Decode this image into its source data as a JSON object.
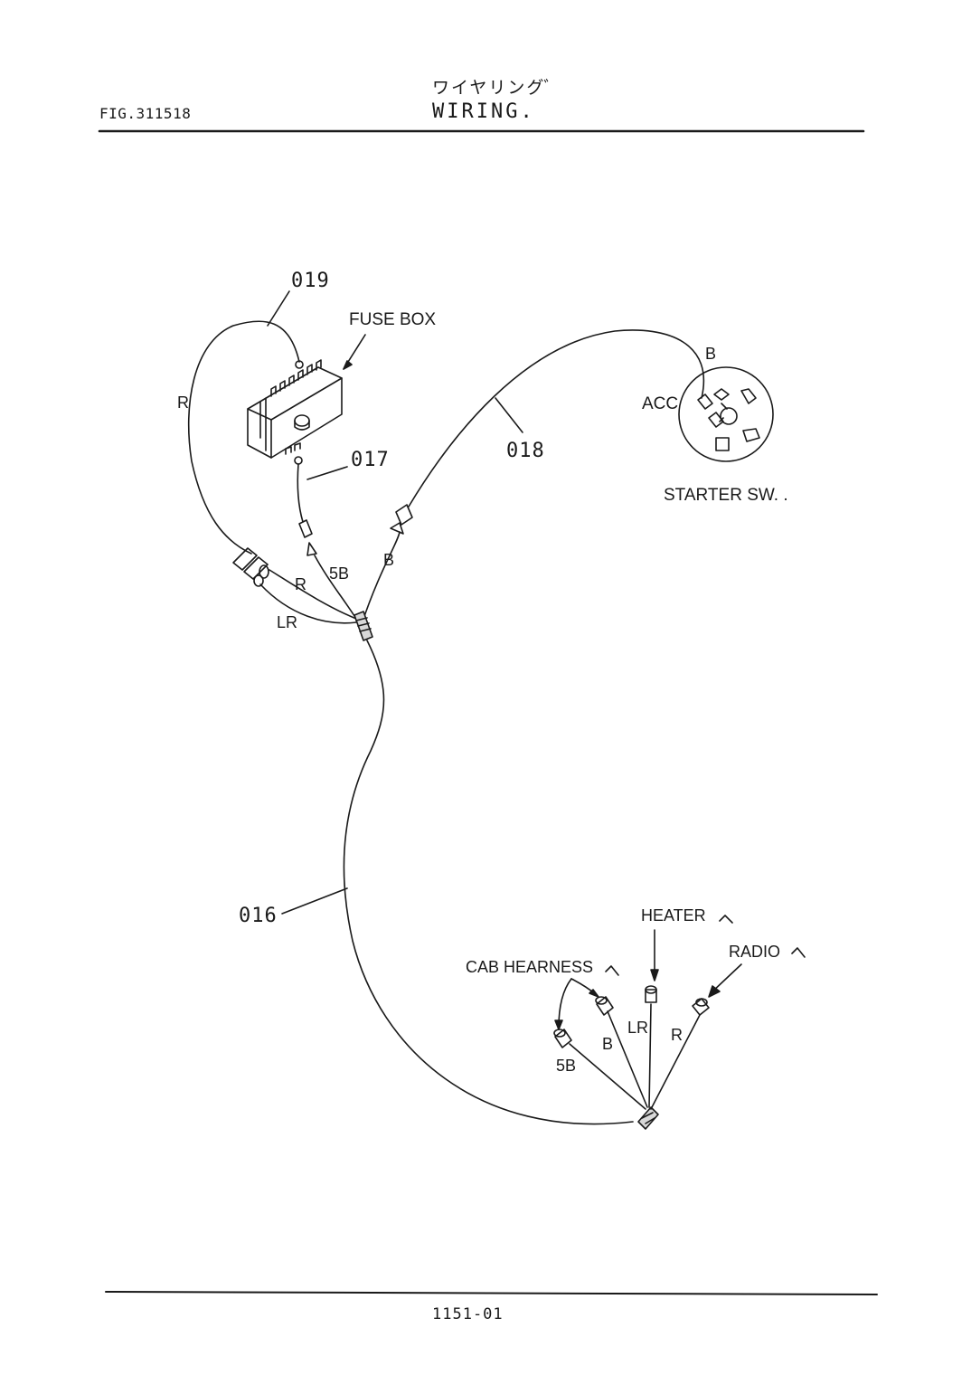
{
  "header": {
    "fig_no": "FIG.311518",
    "title_jp": "ワイヤリングﾞ",
    "title_en": "WIRING."
  },
  "footer": {
    "page_no": "1151-01"
  },
  "parts": {
    "p016": "016",
    "p017": "017",
    "p018": "018",
    "p019": "019"
  },
  "components": {
    "fuse_box": "FUSE BOX",
    "starter_sw": "STARTER SW. .",
    "acc": "ACC",
    "cab_harness": "CAB HEARNESS",
    "heater": "HEATER",
    "radio": "RADIO"
  },
  "wire_colors": {
    "r_019": "R",
    "r_top": "R",
    "lr_top": "LR",
    "sb_017": "5B",
    "b_018": "B",
    "b_starter": "B",
    "sb_bottom": "5B",
    "b_bottom": "B",
    "lr_bottom": "LR",
    "r_bottom": "R"
  },
  "colors": {
    "ink": "#1a1a1a",
    "paper": "#ffffff"
  }
}
